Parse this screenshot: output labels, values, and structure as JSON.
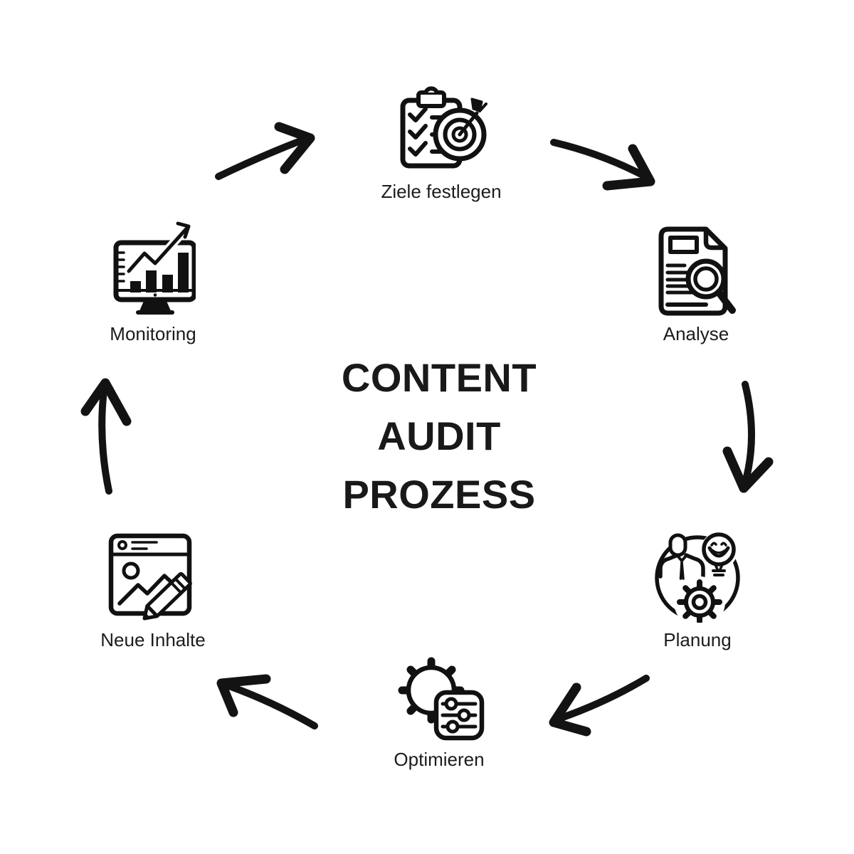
{
  "background_color": "#ffffff",
  "ink_color": "#111111",
  "title": {
    "lines": [
      "CONTENT",
      "AUDIT",
      "PROZESS"
    ]
  },
  "stages": [
    {
      "label": "Ziele festlegen",
      "icon": "clipboard-target-icon",
      "position": "top"
    },
    {
      "label": "Analyse",
      "icon": "document-magnifier-icon",
      "position": "upper-right"
    },
    {
      "label": "Planung",
      "icon": "person-lightbulb-gear-icon",
      "position": "lower-right"
    },
    {
      "label": "Optimieren",
      "icon": "gear-sliders-icon",
      "position": "bottom"
    },
    {
      "label": "Neue Inhalte",
      "icon": "browser-image-pencil-icon",
      "position": "lower-left"
    },
    {
      "label": "Monitoring",
      "icon": "monitor-chart-icon",
      "position": "upper-left"
    }
  ],
  "arrows": [
    {
      "from": "Monitoring",
      "to": "Ziele festlegen"
    },
    {
      "from": "Ziele festlegen",
      "to": "Analyse"
    },
    {
      "from": "Analyse",
      "to": "Planung"
    },
    {
      "from": "Planung",
      "to": "Optimieren"
    },
    {
      "from": "Optimieren",
      "to": "Neue Inhalte"
    },
    {
      "from": "Neue Inhalte",
      "to": "Monitoring"
    }
  ]
}
